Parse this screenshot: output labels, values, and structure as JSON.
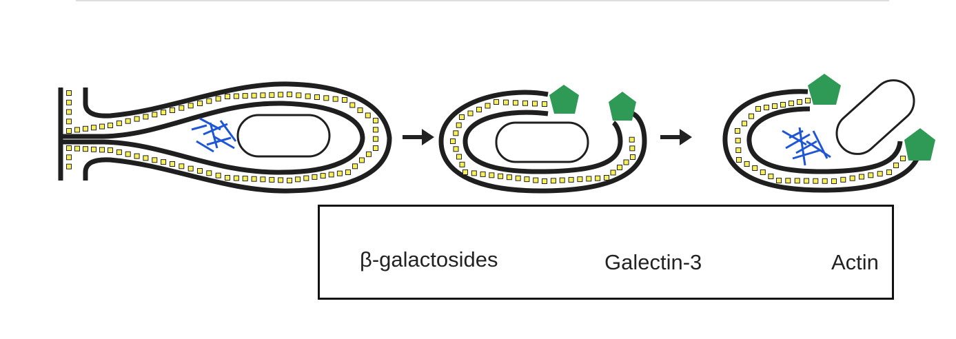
{
  "colors": {
    "membrane": "#1f1f1f",
    "beta_galactoside_fill": "#f7f05a",
    "galectin_fill": "#2e9a56",
    "actin": "#1f56d6",
    "arrow": "#222222"
  },
  "icons": [
    "beta-galactoside-square-icon",
    "galectin-3-pentagon-icon",
    "actin-filament-cluster-icon",
    "arrow-right-icon"
  ],
  "legend": {
    "beta_galactosides": "β-galactosides",
    "galectin_3": "Galectin-3",
    "actin": "Actin"
  }
}
